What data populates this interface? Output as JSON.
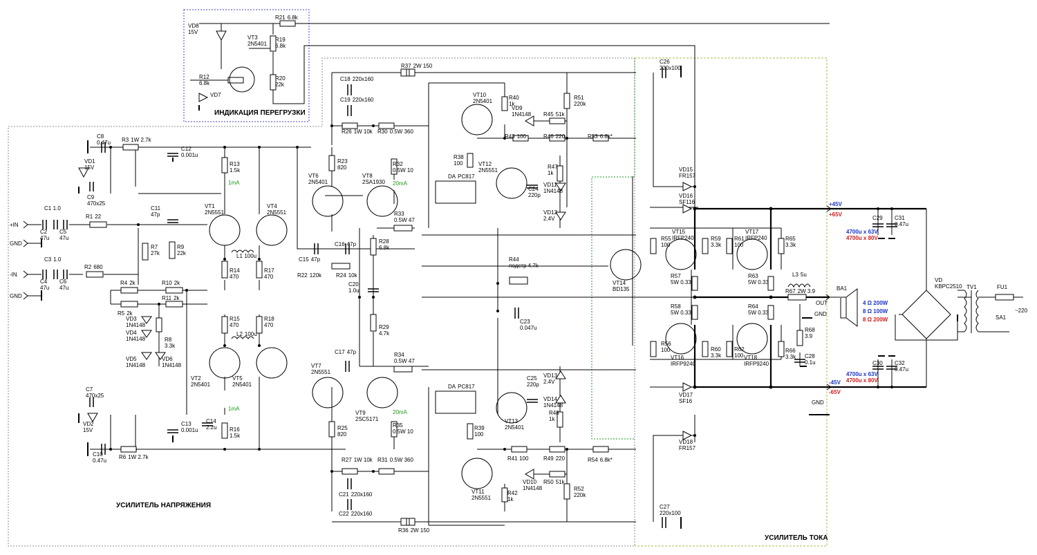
{
  "sections": {
    "overload": "ИНДИКАЦИЯ ПЕРЕГРУЗКИ",
    "voltage_amp": "УСИЛИТЕЛЬ НАПРЯЖЕНИЯ",
    "current_amp": "УСИЛИТЕЛЬ ТОКА"
  },
  "colors": {
    "overload_border": "#3b3bd9",
    "voltage_border": "#888888",
    "current_border": "#b5b54a",
    "current_mark": "#1a9a1a",
    "ohm4": "#1a35c7",
    "ohm8": "#d21a1a"
  },
  "io": {
    "in_plus": "+IN",
    "in_minus": "-IN",
    "gnd": "GND",
    "out": "OUT",
    "mains": "~220"
  },
  "components": [
    {
      "id": "vd8",
      "ref": "VD8",
      "val": "15V"
    },
    {
      "id": "vt3",
      "ref": "VT3",
      "val": "2N5401"
    },
    {
      "id": "r21",
      "ref": "R21",
      "val": "6.8k"
    },
    {
      "id": "r19",
      "ref": "R19",
      "val": "6.8k"
    },
    {
      "id": "r12",
      "ref": "R12",
      "val": "6.8k"
    },
    {
      "id": "r20",
      "ref": "R20",
      "val": "22k"
    },
    {
      "id": "vd7",
      "ref": "VD7",
      "val": ""
    },
    {
      "id": "c8",
      "ref": "C8",
      "val": "0.47u"
    },
    {
      "id": "r3",
      "ref": "R3",
      "val": "1W 2.7k"
    },
    {
      "id": "c12",
      "ref": "C12",
      "val": "0.001u"
    },
    {
      "id": "vd1",
      "ref": "VD1",
      "val": "15V"
    },
    {
      "id": "c9",
      "ref": "C9",
      "val": "470x25"
    },
    {
      "id": "c1",
      "ref": "C1",
      "val": "1.0"
    },
    {
      "id": "c2",
      "ref": "C2",
      "val": "47u"
    },
    {
      "id": "c5",
      "ref": "C5",
      "val": "47u"
    },
    {
      "id": "r1",
      "ref": "R1",
      "val": "22"
    },
    {
      "id": "c3",
      "ref": "C3",
      "val": "1.0"
    },
    {
      "id": "c4",
      "ref": "C4",
      "val": "47u"
    },
    {
      "id": "c6",
      "ref": "C6",
      "val": "47u"
    },
    {
      "id": "r2",
      "ref": "R2",
      "val": "680"
    },
    {
      "id": "c11",
      "ref": "C11",
      "val": "47p"
    },
    {
      "id": "r7",
      "ref": "R7",
      "val": "27k"
    },
    {
      "id": "r9",
      "ref": "R9",
      "val": "22k"
    },
    {
      "id": "r4",
      "ref": "R4",
      "val": "2k"
    },
    {
      "id": "r5",
      "ref": "R5",
      "val": "2k"
    },
    {
      "id": "r10",
      "ref": "R10",
      "val": "2k"
    },
    {
      "id": "r11",
      "ref": "R11",
      "val": "2k"
    },
    {
      "id": "r8",
      "ref": "R8",
      "val": "3.3k"
    },
    {
      "id": "vd3",
      "ref": "VD3",
      "val": "1N4148"
    },
    {
      "id": "vd4",
      "ref": "VD4",
      "val": "1N4148"
    },
    {
      "id": "vd5",
      "ref": "VD5",
      "val": "1N4148"
    },
    {
      "id": "vd6",
      "ref": "VD6",
      "val": "1N4148"
    },
    {
      "id": "r13",
      "ref": "R13",
      "val": "1.5k"
    },
    {
      "id": "vt1",
      "ref": "VT1",
      "val": "2N5551"
    },
    {
      "id": "vt4",
      "ref": "VT4",
      "val": "2N5551"
    },
    {
      "id": "l1",
      "ref": "L1",
      "val": "100u"
    },
    {
      "id": "r14",
      "ref": "R14",
      "val": "470"
    },
    {
      "id": "r17",
      "ref": "R17",
      "val": "470"
    },
    {
      "id": "r15",
      "ref": "R15",
      "val": "470"
    },
    {
      "id": "r18",
      "ref": "R18",
      "val": "470"
    },
    {
      "id": "l2",
      "ref": "L2",
      "val": "100u"
    },
    {
      "id": "vt2",
      "ref": "VT2",
      "val": "2N5401"
    },
    {
      "id": "vt5",
      "ref": "VT5",
      "val": "2N5401"
    },
    {
      "id": "c7",
      "ref": "C7",
      "val": "470x25"
    },
    {
      "id": "vd2",
      "ref": "VD2",
      "val": "15V"
    },
    {
      "id": "c13",
      "ref": "C13",
      "val": "0.001u"
    },
    {
      "id": "c14",
      "ref": "C14",
      "val": "2.2u"
    },
    {
      "id": "r16",
      "ref": "R16",
      "val": "1.5k"
    },
    {
      "id": "c10",
      "ref": "C10",
      "val": "0.47u"
    },
    {
      "id": "r6",
      "ref": "R6",
      "val": "1W 2.7k"
    },
    {
      "id": "r23",
      "ref": "R23",
      "val": "820"
    },
    {
      "id": "vt6",
      "ref": "VT6",
      "val": "2N5401"
    },
    {
      "id": "vt8",
      "ref": "VT8",
      "val": "2SA1930"
    },
    {
      "id": "r32",
      "ref": "R32",
      "val": "0.5W 10"
    },
    {
      "id": "c18",
      "ref": "C18",
      "val": "220x160"
    },
    {
      "id": "c19",
      "ref": "C19",
      "val": "220x160"
    },
    {
      "id": "r26",
      "ref": "R26",
      "val": "1W 10k"
    },
    {
      "id": "r30",
      "ref": "R30",
      "val": "0.5W 360"
    },
    {
      "id": "r37",
      "ref": "R37",
      "val": "2W 150"
    },
    {
      "id": "r33",
      "ref": "R33",
      "val": "0.5W 47"
    },
    {
      "id": "c16",
      "ref": "C16",
      "val": "47p"
    },
    {
      "id": "c15",
      "ref": "C15",
      "val": "47p"
    },
    {
      "id": "r22",
      "ref": "R22",
      "val": "120k"
    },
    {
      "id": "r24",
      "ref": "R24",
      "val": "10k"
    },
    {
      "id": "r28",
      "ref": "R28",
      "val": "6.8k"
    },
    {
      "id": "c20",
      "ref": "C20",
      "val": "1.0u"
    },
    {
      "id": "r29",
      "ref": "R29",
      "val": "4.7k"
    },
    {
      "id": "c17",
      "ref": "C17",
      "val": "47p"
    },
    {
      "id": "r34",
      "ref": "R34",
      "val": "0.5W 47"
    },
    {
      "id": "vt7",
      "ref": "VT7",
      "val": "2N5551"
    },
    {
      "id": "vt9",
      "ref": "VT9",
      "val": "2SC5171"
    },
    {
      "id": "r25",
      "ref": "R25",
      "val": "820"
    },
    {
      "id": "r35",
      "ref": "R35",
      "val": "0.5W 10"
    },
    {
      "id": "r27",
      "ref": "R27",
      "val": "1W 10k"
    },
    {
      "id": "r31",
      "ref": "R31",
      "val": "0.5W 360"
    },
    {
      "id": "c21",
      "ref": "C21",
      "val": "220x160"
    },
    {
      "id": "c22",
      "ref": "C22",
      "val": "220x160"
    },
    {
      "id": "r36",
      "ref": "R36",
      "val": "2W 150"
    },
    {
      "id": "vt10",
      "ref": "VT10",
      "val": "2N5401"
    },
    {
      "id": "r40",
      "ref": "R40",
      "val": "1k"
    },
    {
      "id": "vd9",
      "ref": "VD9",
      "val": "1N4148"
    },
    {
      "id": "r45",
      "ref": "R45",
      "val": "51k"
    },
    {
      "id": "r51",
      "ref": "R51",
      "val": "220k"
    },
    {
      "id": "r43",
      "ref": "R43",
      "val": "100"
    },
    {
      "id": "r46",
      "ref": "R46",
      "val": "220"
    },
    {
      "id": "r53",
      "ref": "R53",
      "val": "6.8k*"
    },
    {
      "id": "r38",
      "ref": "R38",
      "val": "100"
    },
    {
      "id": "vt12",
      "ref": "VT12",
      "val": "2N5551"
    },
    {
      "id": "da1",
      "ref": "DA",
      "val": "PC817"
    },
    {
      "id": "c24",
      "ref": "C24",
      "val": "220p"
    },
    {
      "id": "r47",
      "ref": "R47",
      "val": "1k"
    },
    {
      "id": "vd11",
      "ref": "VD11",
      "val": "1N4148"
    },
    {
      "id": "vd12",
      "ref": "VD12",
      "val": "2.4V"
    },
    {
      "id": "r44",
      "ref": "R44",
      "val": "подстр 4.7k"
    },
    {
      "id": "c23",
      "ref": "C23",
      "val": "0.047u"
    },
    {
      "id": "vt14",
      "ref": "VT14",
      "val": "BD135"
    },
    {
      "id": "da2",
      "ref": "DA",
      "val": "PC817"
    },
    {
      "id": "c25",
      "ref": "C25",
      "val": "220p"
    },
    {
      "id": "vd13",
      "ref": "VD13",
      "val": "2.4V"
    },
    {
      "id": "vd14",
      "ref": "VD14",
      "val": "1N4148"
    },
    {
      "id": "r48",
      "ref": "R48",
      "val": "1k"
    },
    {
      "id": "vt13",
      "ref": "VT13",
      "val": "2N5401"
    },
    {
      "id": "r39",
      "ref": "R39",
      "val": "100"
    },
    {
      "id": "r41",
      "ref": "R41",
      "val": "100"
    },
    {
      "id": "r49",
      "ref": "R49",
      "val": "220"
    },
    {
      "id": "r54",
      "ref": "R54",
      "val": "6.8k*"
    },
    {
      "id": "vt11",
      "ref": "VT11",
      "val": "2N5551"
    },
    {
      "id": "r42",
      "ref": "R42",
      "val": "1k"
    },
    {
      "id": "vd10",
      "ref": "VD10",
      "val": "1N4148"
    },
    {
      "id": "r50",
      "ref": "R50",
      "val": "51k"
    },
    {
      "id": "r52",
      "ref": "R52",
      "val": "220k"
    },
    {
      "id": "c26",
      "ref": "C26",
      "val": "220x100"
    },
    {
      "id": "vd15",
      "ref": "VD15",
      "val": "FR157"
    },
    {
      "id": "vd16",
      "ref": "VD16",
      "val": "SF116"
    },
    {
      "id": "r55",
      "ref": "R55",
      "val": "100"
    },
    {
      "id": "vt15",
      "ref": "VT15",
      "val": "IRFP240"
    },
    {
      "id": "r59",
      "ref": "R59",
      "val": "3.3k"
    },
    {
      "id": "r61",
      "ref": "R61",
      "val": "100"
    },
    {
      "id": "vt17",
      "ref": "VT17",
      "val": "IRFP240"
    },
    {
      "id": "r65",
      "ref": "R65",
      "val": "3.3k"
    },
    {
      "id": "r57",
      "ref": "R57",
      "val": "5W 0.33"
    },
    {
      "id": "r63",
      "ref": "R63",
      "val": "5W 0.33"
    },
    {
      "id": "r58",
      "ref": "R58",
      "val": "5W 0.33"
    },
    {
      "id": "r64",
      "ref": "R64",
      "val": "5W 0.33"
    },
    {
      "id": "l3",
      "ref": "L3",
      "val": "5u"
    },
    {
      "id": "r67",
      "ref": "R67",
      "val": "2W 3.9"
    },
    {
      "id": "r56",
      "ref": "R56",
      "val": "100"
    },
    {
      "id": "vt16",
      "ref": "VT16",
      "val": "IRFP9240"
    },
    {
      "id": "r60",
      "ref": "R60",
      "val": "3.3k"
    },
    {
      "id": "r62",
      "ref": "R62",
      "val": "100"
    },
    {
      "id": "vt18",
      "ref": "VT18",
      "val": "IRFP9240"
    },
    {
      "id": "r66",
      "ref": "R66",
      "val": "3.3k"
    },
    {
      "id": "r68",
      "ref": "R68",
      "val": "3.9"
    },
    {
      "id": "c28",
      "ref": "C28",
      "val": "0.1u"
    },
    {
      "id": "vd17",
      "ref": "VD17",
      "val": "SF16"
    },
    {
      "id": "vd18",
      "ref": "VD18",
      "val": "FR157"
    },
    {
      "id": "c27",
      "ref": "C27",
      "val": "220x100"
    },
    {
      "id": "c29",
      "ref": "C29",
      "val": ""
    },
    {
      "id": "c31",
      "ref": "C31",
      "val": "0.47u"
    },
    {
      "id": "c30",
      "ref": "C30",
      "val": ""
    },
    {
      "id": "c32",
      "ref": "C32",
      "val": "0.47u"
    },
    {
      "id": "ba1",
      "ref": "BA1",
      "val": ""
    },
    {
      "id": "vd",
      "ref": "VD",
      "val": "KBPC2510"
    },
    {
      "id": "tv1",
      "ref": "TV1",
      "val": ""
    },
    {
      "id": "fu1",
      "ref": "FU1",
      "val": ""
    },
    {
      "id": "sa1",
      "ref": "SA1",
      "val": ""
    }
  ],
  "annotations": {
    "ma1": "1mA",
    "ma2": "1mA",
    "ma3": "20mA",
    "ma4": "20mA",
    "v45p": "+45V",
    "v65p": "+65V",
    "v45m": "-45V",
    "v65m": "-65V",
    "cap_pos_1": "4700u x 63V",
    "cap_pos_2": "4700u x 80V",
    "cap_neg_1": "4700u x 63V",
    "cap_neg_2": "4700u x 80V",
    "load_4": "4 Ω  200W",
    "load_8a": "8 Ω  100W",
    "load_8b": "8 Ω  200W"
  }
}
